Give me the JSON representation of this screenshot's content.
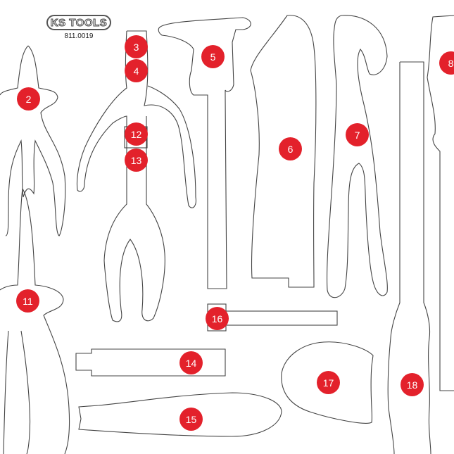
{
  "logo": {
    "text": "KS TOOLS",
    "article_number": "811.0019"
  },
  "badge_color": "#e3212b",
  "slots": [
    {
      "label": "2"
    },
    {
      "label": "3"
    },
    {
      "label": "4"
    },
    {
      "label": "5"
    },
    {
      "label": "6"
    },
    {
      "label": "7"
    },
    {
      "label": "8"
    },
    {
      "label": "11"
    },
    {
      "label": "12"
    },
    {
      "label": "13"
    },
    {
      "label": "14"
    },
    {
      "label": "15"
    },
    {
      "label": "16"
    },
    {
      "label": "17"
    },
    {
      "label": "18"
    }
  ]
}
